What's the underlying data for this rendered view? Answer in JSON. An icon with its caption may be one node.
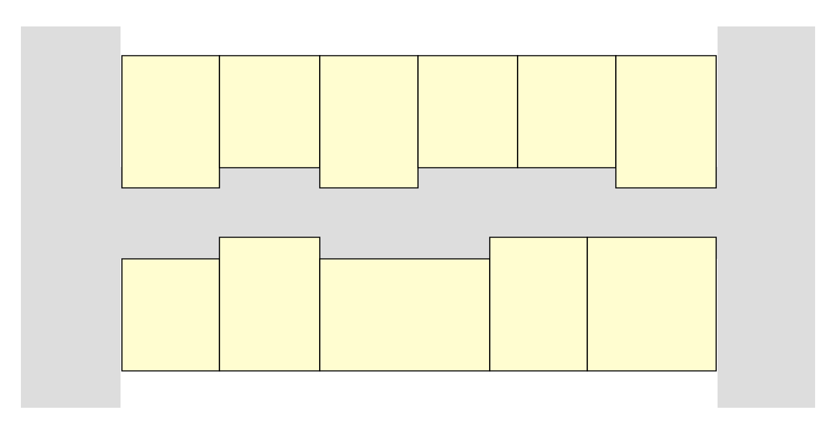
{
  "diagram": {
    "nodes": [
      {
        "text": [],
        "shape": "box"
      },
      {
        "text": [],
        "shape": "box"
      },
      {
        "text": [],
        "shape": "box"
      },
      {
        "text": [],
        "shape": "box"
      },
      {
        "text": [],
        "shape": "box"
      },
      {
        "text": [],
        "shape": "box"
      },
      {
        "text": [],
        "shape": "box"
      },
      {
        "text": [],
        "shape": "box"
      },
      {
        "text": [],
        "shape": "box"
      },
      {
        "text": [],
        "shape": "box"
      },
      {
        "text": [],
        "shape": "box"
      }
    ]
  }
}
